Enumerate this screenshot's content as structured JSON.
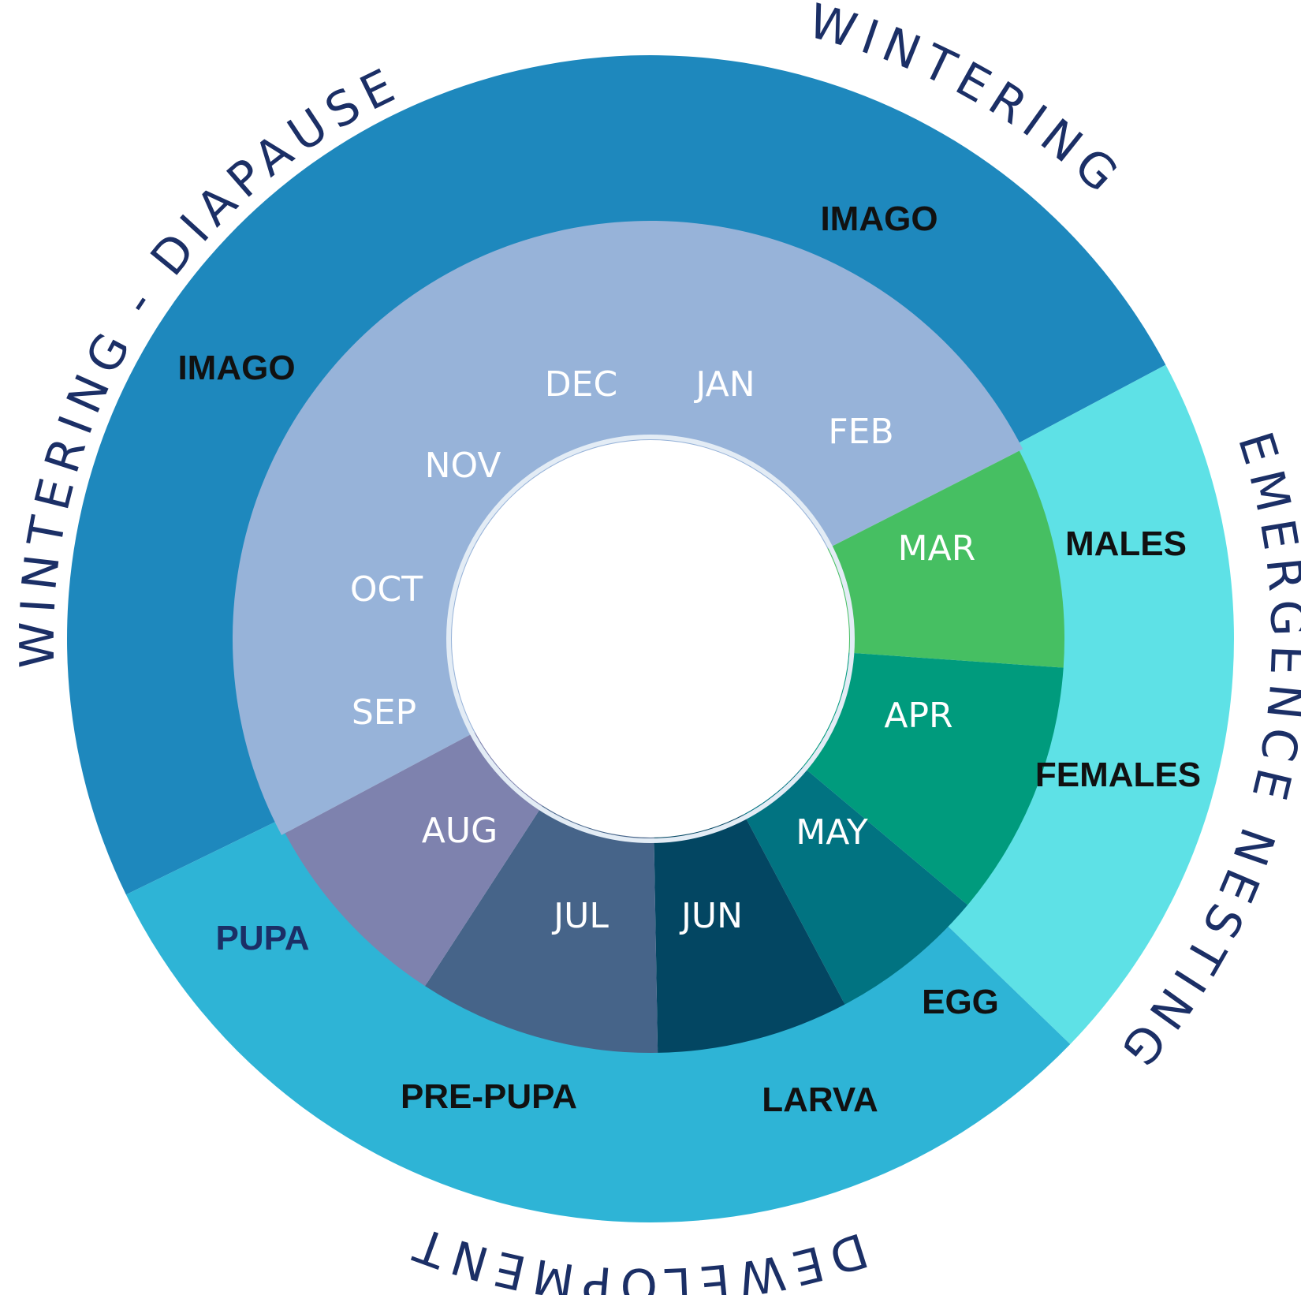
{
  "phases": [
    {
      "id": "wintering-diapause",
      "label": "WINTERING - DIAPAUSE",
      "arc": "arc-wintering-diapause"
    },
    {
      "id": "wintering",
      "label": "WINTERING",
      "arc": "arc-wintering"
    },
    {
      "id": "emergence-nesting",
      "label": "EMERGENCE NESTING",
      "arc": "arc-emergence"
    },
    {
      "id": "development",
      "label": "DEWELOPMENT",
      "arc": "arc-development"
    }
  ],
  "stages": [
    {
      "label": "IMAGO",
      "color": "#111111"
    },
    {
      "label": "IMAGO",
      "color": "#111111"
    },
    {
      "label": "MALES",
      "color": "#111111"
    },
    {
      "label": "FEMALES",
      "color": "#111111"
    },
    {
      "label": "EGG",
      "color": "#111111"
    },
    {
      "label": "LARVA",
      "color": "#111111"
    },
    {
      "label": "PRE-PUPA",
      "color": "#111111"
    },
    {
      "label": "PUPA",
      "color": "#1b2f66"
    }
  ],
  "months": [
    {
      "label": "DEC"
    },
    {
      "label": "JAN"
    },
    {
      "label": "FEB"
    },
    {
      "label": "MAR"
    },
    {
      "label": "APR"
    },
    {
      "label": "MAY"
    },
    {
      "label": "JUN"
    },
    {
      "label": "JUL"
    },
    {
      "label": "AUG"
    },
    {
      "label": "SEP"
    },
    {
      "label": "OCT"
    },
    {
      "label": "NOV"
    }
  ],
  "colors": {
    "wintering_band": "#1e88bd",
    "emergence_band": "#5ee1e6",
    "development_band": "#2eb4d6",
    "winter_months": "#97b3d9",
    "mar": "#46bf62",
    "apr": "#009b7d",
    "may": "#017381",
    "jun": "#034662",
    "jul": "#466489",
    "aug": "#7e82ae",
    "phase_text": "#1b2f66",
    "month_text": "#ffffff"
  }
}
